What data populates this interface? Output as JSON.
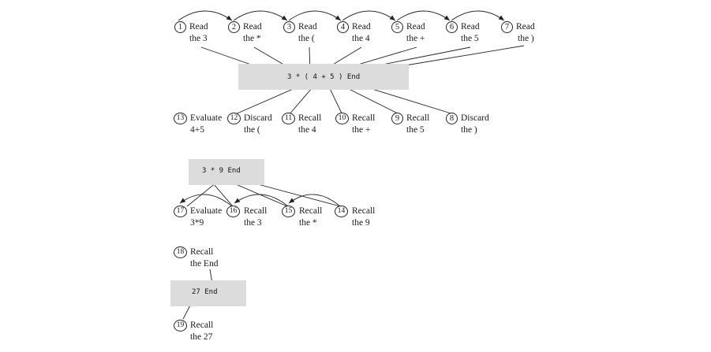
{
  "expressions": {
    "expr1": "3 * ( 4 + 5 ) End",
    "expr2": "3 * 9 End",
    "expr3": "27 End"
  },
  "steps": [
    {
      "num": "1",
      "verb": "Read",
      "object": "the 3"
    },
    {
      "num": "2",
      "verb": "Read",
      "object": "the *"
    },
    {
      "num": "3",
      "verb": "Read",
      "object": "the ("
    },
    {
      "num": "4",
      "verb": "Read",
      "object": "the 4"
    },
    {
      "num": "5",
      "verb": "Read",
      "object": "the +"
    },
    {
      "num": "6",
      "verb": "Read",
      "object": "the 5"
    },
    {
      "num": "7",
      "verb": "Read",
      "object": "the )"
    },
    {
      "num": "8",
      "verb": "Discard",
      "object": "the )"
    },
    {
      "num": "9",
      "verb": "Recall",
      "object": "the 5"
    },
    {
      "num": "10",
      "verb": "Recall",
      "object": "the +"
    },
    {
      "num": "11",
      "verb": "Recall",
      "object": "the 4"
    },
    {
      "num": "12",
      "verb": "Discard",
      "object": "the ("
    },
    {
      "num": "13",
      "verb": "Evaluate",
      "object": "4+5"
    },
    {
      "num": "14",
      "verb": "Recall",
      "object": "the 9"
    },
    {
      "num": "15",
      "verb": "Recall",
      "object": "the *"
    },
    {
      "num": "16",
      "verb": "Recall",
      "object": "the 3"
    },
    {
      "num": "17",
      "verb": "Evaluate",
      "object": "3*9"
    },
    {
      "num": "18",
      "verb": "Recall",
      "object": "the End"
    },
    {
      "num": "19",
      "verb": "Recall",
      "object": "the 27"
    }
  ]
}
